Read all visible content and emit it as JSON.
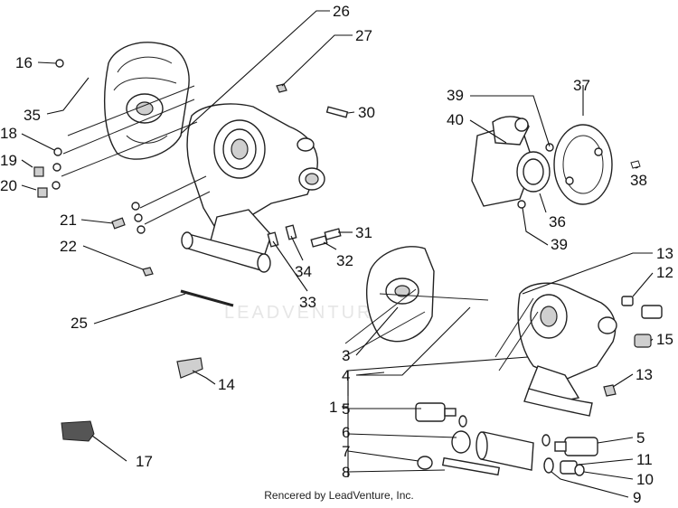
{
  "watermark": "LEADVENTURE",
  "credit": "Rencered by LeadVenture, Inc.",
  "callouts": [
    {
      "id": "c16",
      "text": "16"
    },
    {
      "id": "c35",
      "text": "35"
    },
    {
      "id": "c18",
      "text": "18"
    },
    {
      "id": "c19",
      "text": "19"
    },
    {
      "id": "c20",
      "text": "20"
    },
    {
      "id": "c21",
      "text": "21"
    },
    {
      "id": "c22",
      "text": "22"
    },
    {
      "id": "c25",
      "text": "25"
    },
    {
      "id": "c26",
      "text": "26"
    },
    {
      "id": "c27",
      "text": "27"
    },
    {
      "id": "c30",
      "text": "30"
    },
    {
      "id": "c31",
      "text": "31"
    },
    {
      "id": "c32",
      "text": "32"
    },
    {
      "id": "c33",
      "text": "33"
    },
    {
      "id": "c34",
      "text": "34"
    },
    {
      "id": "c14",
      "text": "14"
    },
    {
      "id": "c17",
      "text": "17"
    },
    {
      "id": "c39a",
      "text": "39"
    },
    {
      "id": "c40",
      "text": "40"
    },
    {
      "id": "c37",
      "text": "37"
    },
    {
      "id": "c38",
      "text": "38"
    },
    {
      "id": "c36",
      "text": "36"
    },
    {
      "id": "c39b",
      "text": "39"
    },
    {
      "id": "c13a",
      "text": "13"
    },
    {
      "id": "c12",
      "text": "12"
    },
    {
      "id": "c15",
      "text": "15"
    },
    {
      "id": "c13b",
      "text": "13"
    },
    {
      "id": "c3",
      "text": "3"
    },
    {
      "id": "c4",
      "text": "4"
    },
    {
      "id": "c1",
      "text": "1"
    },
    {
      "id": "c5a",
      "text": "5"
    },
    {
      "id": "c6",
      "text": "6"
    },
    {
      "id": "c7",
      "text": "7"
    },
    {
      "id": "c8",
      "text": "8"
    },
    {
      "id": "c5b",
      "text": "5"
    },
    {
      "id": "c11",
      "text": "11"
    },
    {
      "id": "c10",
      "text": "10"
    },
    {
      "id": "c9",
      "text": "9"
    }
  ]
}
